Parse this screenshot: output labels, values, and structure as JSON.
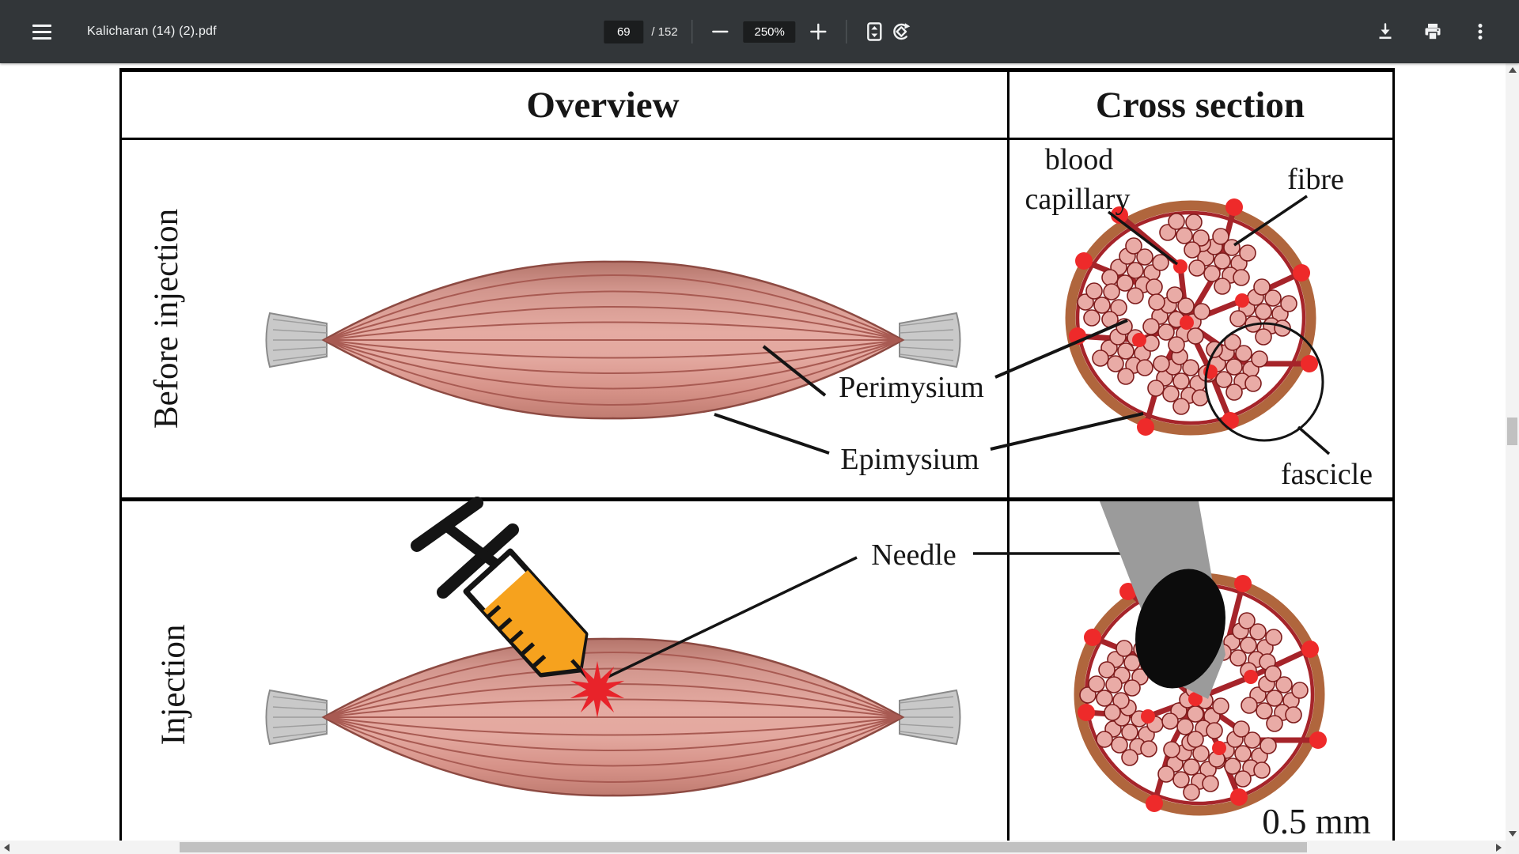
{
  "toolbar": {
    "title": "Kalicharan (14) (2).pdf",
    "page_current": "69",
    "page_total": "/ 152",
    "zoom_value": "250%"
  },
  "figure": {
    "col_header_overview": "Overview",
    "col_header_cross_section": "Cross section",
    "row_header_before": "Before injection",
    "row_header_injection": "Injection",
    "label_blood_1": "blood",
    "label_blood_2": "capillary",
    "label_fibre": "fibre",
    "label_fascicle": "fascicle",
    "label_perimysium": "Perimysium",
    "label_epimysium": "Epimysium",
    "label_needle": "Needle",
    "label_scale": "0.5 mm"
  },
  "colors": {
    "toolbar_bg": "#323639",
    "toolbar_field_bg": "#1b1d1e",
    "muscle_fill": "#e2a49b",
    "muscle_striation": "#a85a52",
    "tendon_gray": "#c9c9c9",
    "ring_brown": "#b0663d",
    "septa_red": "#a6242a",
    "fibre_pink": "#e9aba6",
    "capillary_red": "#ee2a2a",
    "syringe_orange": "#f6a21e",
    "needle_gray": "#9b9b9b",
    "star_red": "#e8232a"
  }
}
